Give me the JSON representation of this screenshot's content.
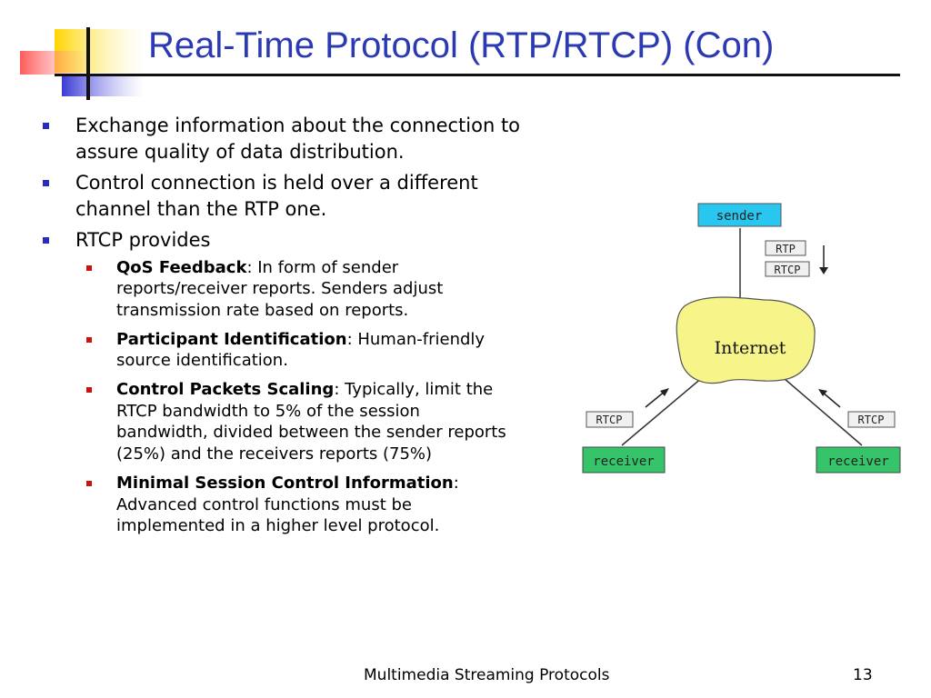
{
  "slide": {
    "title": "Real-Time Protocol (RTP/RTCP) (Con)",
    "bullets": [
      {
        "text": "Exchange information about the connection to assure quality of data distribution."
      },
      {
        "text": "Control connection is held over a different channel than the RTP one."
      },
      {
        "text": "RTCP provides",
        "subitems": [
          {
            "term": "QoS Feedback",
            "desc": ": In form of sender reports/receiver reports. Senders adjust transmission rate based on reports."
          },
          {
            "term": "Participant Identification",
            "desc": ": Human-friendly source identification."
          },
          {
            "term": "Control Packets Scaling",
            "desc": ": Typically, limit the RTCP bandwidth to 5% of the session bandwidth, divided between the sender reports (25%) and the receivers reports (75%)"
          },
          {
            "term": "Minimal Session Control Information",
            "desc": ": Advanced control functions must be implemented in a higher level protocol."
          }
        ]
      }
    ]
  },
  "diagram": {
    "sender": "sender",
    "internet": "Internet",
    "rtp": "RTP",
    "rtcp_top": "RTCP",
    "rtcp_left": "RTCP",
    "rtcp_right": "RTCP",
    "receiver_left": "receiver",
    "receiver_right": "receiver",
    "colors": {
      "sender_box": "#29c6ef",
      "receiver_box": "#35c46a",
      "cloud": "#f7f48a"
    }
  },
  "footer": {
    "center": "Multimedia Streaming Protocols",
    "page": "13"
  },
  "colors": {
    "title": "#2b3ab3",
    "bullet_l1": "#2b2bbb",
    "bullet_l2": "#cc1111"
  }
}
